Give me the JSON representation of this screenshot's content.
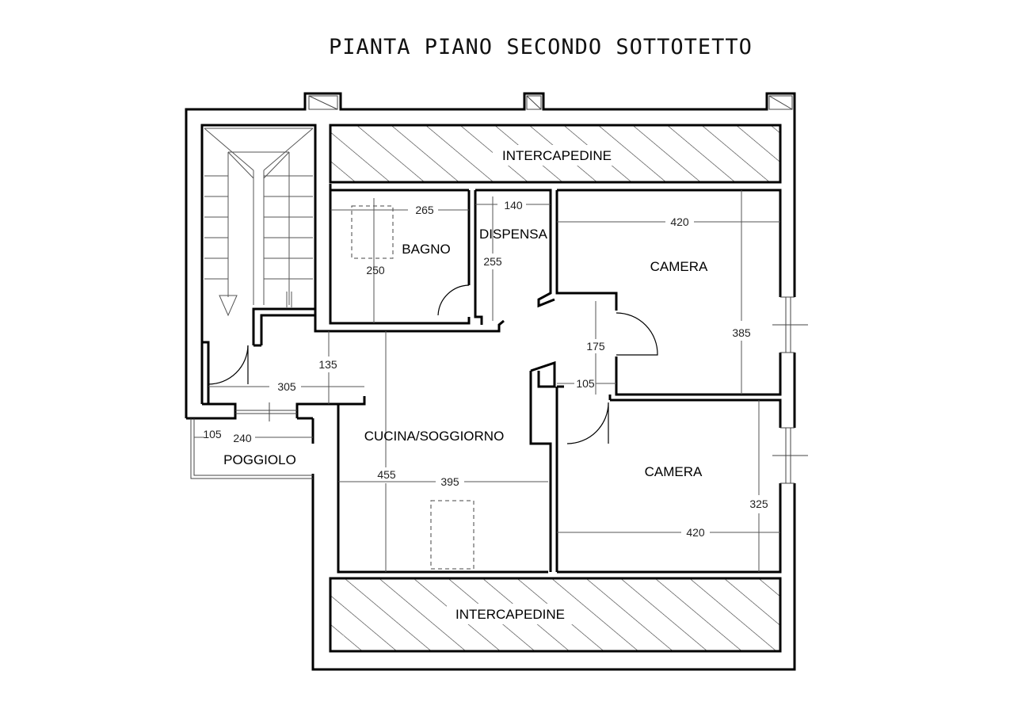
{
  "title": "PIANTA PIANO SECONDO SOTTOTETTO",
  "rooms": {
    "intercapedine_top": "INTERCAPEDINE",
    "bagno": "BAGNO",
    "dispensa": "DISPENSA",
    "camera_1": "CAMERA",
    "cucina_soggiorno": "CUCINA/SOGGIORNO",
    "camera_2": "CAMERA",
    "poggiolo": "POGGIOLO",
    "intercapedine_bottom": "INTERCAPEDINE"
  },
  "dimensions": {
    "bagno_width": "265",
    "bagno_shower": "250",
    "dispensa_width": "140",
    "dispensa_height": "255",
    "camera_1_width": "420",
    "camera_1_height": "385",
    "corridor_height": "175",
    "corridor_width": "105",
    "entry_height": "135",
    "entry_width": "305",
    "poggiolo_a": "105",
    "poggiolo_b": "240",
    "cucina_height": "455",
    "cucina_width": "395",
    "camera_2_height": "325",
    "camera_2_width": "420"
  }
}
